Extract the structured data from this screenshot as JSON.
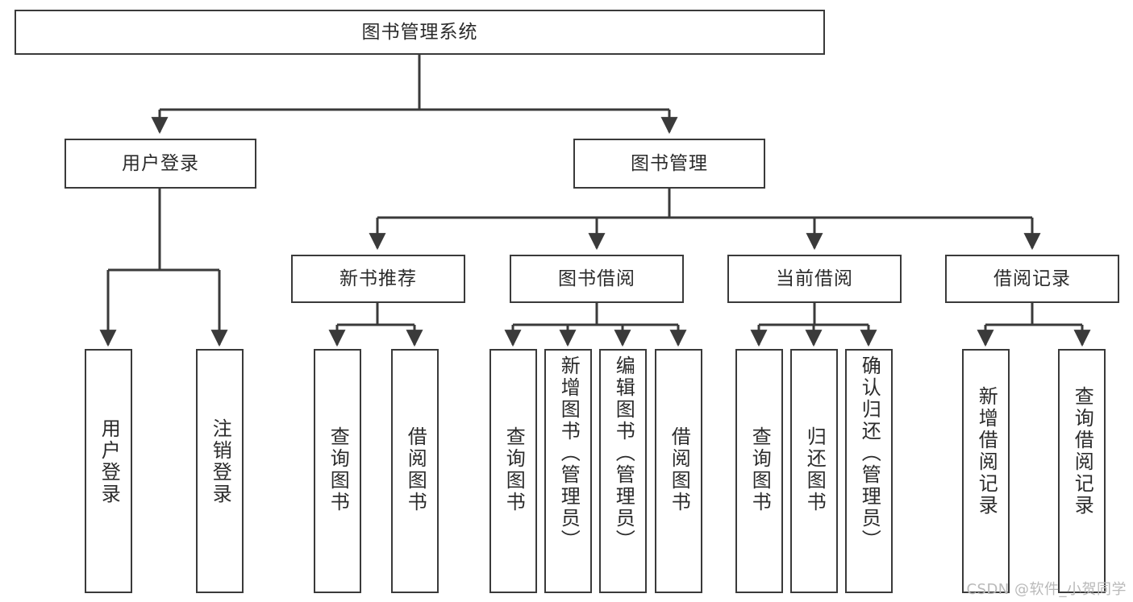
{
  "diagram": {
    "title": "图书管理系统",
    "watermark": "CSDN @软件_小贺同学",
    "colors": {
      "box_border": "#3a3a3a",
      "box_fill": "#ffffff",
      "edge": "#3a3a3a",
      "text": "#2b2b2b",
      "watermark": "#b9b9b9",
      "background": "#ffffff"
    },
    "root": {
      "label": "图书管理系统"
    },
    "level1": [
      {
        "label": "用户登录"
      },
      {
        "label": "图书管理"
      }
    ],
    "level2": [
      {
        "label": "新书推荐"
      },
      {
        "label": "图书借阅"
      },
      {
        "label": "当前借阅"
      },
      {
        "label": "借阅记录"
      }
    ],
    "leaves": {
      "user_login": [
        {
          "label": "用户登录"
        },
        {
          "label": "注销登录"
        }
      ],
      "new_book_recommend": [
        {
          "label": "查询图书"
        },
        {
          "label": "借阅图书"
        }
      ],
      "book_borrow": [
        {
          "label": "查询图书"
        },
        {
          "label": "新增图书（管理员）"
        },
        {
          "label": "编辑图书（管理员）"
        },
        {
          "label": "借阅图书"
        }
      ],
      "current_borrow": [
        {
          "label": "查询图书"
        },
        {
          "label": "归还图书"
        },
        {
          "label": "确认归还（管理员）"
        }
      ],
      "borrow_record": [
        {
          "label": "新增借阅记录"
        },
        {
          "label": "查询借阅记录"
        }
      ]
    }
  }
}
